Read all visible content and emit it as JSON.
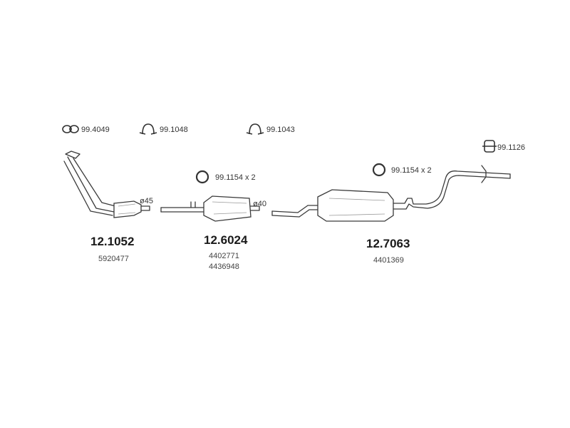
{
  "accessories": {
    "a1": "99.4049",
    "a2": "99.1048",
    "a3": "99.1043",
    "a4": "99.1126",
    "seal_front": "99.1154 x 2",
    "seal_rear": "99.1154 x 2"
  },
  "dimensions": {
    "d45": "ø45",
    "d40": "ø40"
  },
  "parts": [
    {
      "number": "12.1052",
      "oem": [
        "5920477"
      ]
    },
    {
      "number": "12.6024",
      "oem": [
        "4402771",
        "4436948"
      ]
    },
    {
      "number": "12.7063",
      "oem": [
        "4401369"
      ]
    }
  ]
}
